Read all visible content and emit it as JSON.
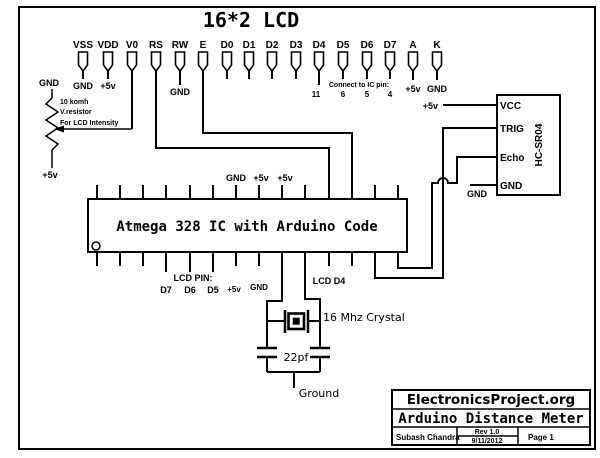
{
  "page": {
    "title": "16*2 LCD"
  },
  "lcd": {
    "pins": [
      "VSS",
      "VDD",
      "V0",
      "RS",
      "RW",
      "E",
      "D0",
      "D1",
      "D2",
      "D3",
      "D4",
      "D5",
      "D6",
      "D7",
      "A",
      "K"
    ],
    "vss_sub": "GND",
    "vdd_sub": "+5v",
    "rw_sub": "GND",
    "a_sub": "+5v",
    "k_sub": "GND",
    "connect_note": "Connect to IC pin:",
    "ic_pins": [
      "11",
      "6",
      "5",
      "4"
    ]
  },
  "pot": {
    "top_label": "GND",
    "bottom_label": "+5v",
    "line1": "10 komh",
    "line2": "V.resistor",
    "line3": "For LCD Intensity"
  },
  "mcu": {
    "label": "Atmega 328 IC with Arduino Code",
    "top_gnd": "GND",
    "top_5v_a": "+5v",
    "top_5v_b": "+5v",
    "lcd_pin_header": "LCD PIN:",
    "d7": "D7",
    "d6": "D6",
    "d5": "D5",
    "plus5v": "+5v",
    "gnd": "GND",
    "lcd_d4": "LCD D4"
  },
  "sensor": {
    "name": "HC-SR04",
    "pin_vcc": "VCC",
    "pin_trig": "TRIG",
    "pin_echo": "Echo",
    "pin_gnd": "GND",
    "supply_label": "+5v",
    "gnd_label": "GND"
  },
  "crystal": {
    "label": "16 Mhz Crystal",
    "cap_label": "22pf",
    "ground_label": "Ground"
  },
  "titleblock": {
    "site": "ElectronicsProject.org",
    "project": "Arduino Distance Meter",
    "author": "Subash Chandra",
    "rev": "Rev 1.0",
    "date": "9/11/2012",
    "page": "Page 1"
  }
}
